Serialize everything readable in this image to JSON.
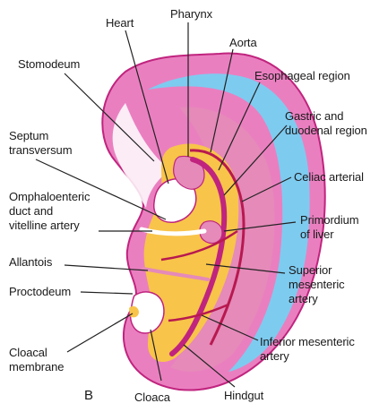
{
  "labels": {
    "heart": "Heart",
    "pharynx": "Pharynx",
    "aorta": "Aorta",
    "stomodeum": "Stomodeum",
    "esophageal": "Esophageal region",
    "gastric_1": "Gastric and",
    "gastric_2": "duodenal region",
    "septum_1": "Septum",
    "septum_2": "transversum",
    "celiac": "Celiac arterial",
    "omph_1": "Omphaloenteric",
    "omph_2": "duct and",
    "omph_3": "vitelline artery",
    "liver_1": "Primordium",
    "liver_2": "of liver",
    "allantois": "Allantois",
    "superior_1": "Superior",
    "superior_2": "mesenteric",
    "superior_3": "artery",
    "proctodeum": "Proctodeum",
    "inferior_1": "Inferior mesenteric",
    "inferior_2": "artery",
    "cloacal_1": "Cloacal",
    "cloacal_2": "membrane",
    "panel": "B",
    "cloaca": "Cloaca",
    "hindgut": "Hindgut"
  },
  "colors": {
    "ectoderm_pink": "#ea7fc0",
    "outline_magenta": "#c0247e",
    "amnion_blue": "#7ecbf0",
    "mesoderm_yellow": "#f8c44a",
    "inner_pink": "#e58ab9",
    "artery_red": "#b8194f",
    "leader_line": "#222222"
  }
}
